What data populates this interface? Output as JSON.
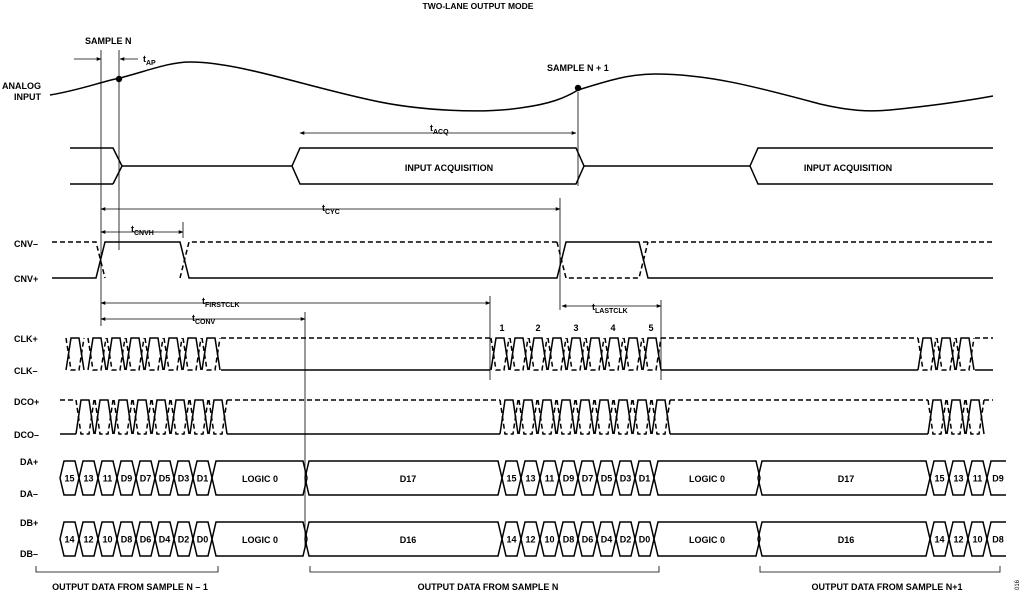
{
  "title": "TWO-LANE OUTPUT MODE",
  "signals": {
    "analog": [
      "ANALOG",
      "INPUT"
    ],
    "cnv_n": "CNV–",
    "cnv_p": "CNV+",
    "clk_p": "CLK+",
    "clk_n": "CLK–",
    "dco_p": "DCO+",
    "dco_n": "DCO–",
    "da_p": "DA+",
    "da_n": "DA–",
    "db_p": "DB+",
    "db_n": "DB–"
  },
  "samples": {
    "n": "SAMPLE N",
    "n1": "SAMPLE N + 1"
  },
  "timing": {
    "tap": {
      "main": "t",
      "sub": "AP"
    },
    "tacq": {
      "main": "t",
      "sub": "ACQ"
    },
    "tcyc": {
      "main": "t",
      "sub": "CYC"
    },
    "tcnvh": {
      "main": "t",
      "sub": "CNVH"
    },
    "tfirstclk": {
      "main": "t",
      "sub": "FIRSTCLK"
    },
    "tconv": {
      "main": "t",
      "sub": "CONV"
    },
    "tlastclk": {
      "main": "t",
      "sub": "LASTCLK"
    }
  },
  "acquisition_label": "INPUT ACQUISITION",
  "clk_numbers": [
    "1",
    "2",
    "3",
    "4",
    "5"
  ],
  "da_bits": {
    "left": [
      "15",
      "13",
      "11",
      "D9",
      "D7",
      "D5",
      "D3",
      "D1"
    ],
    "mid": [
      "15",
      "13",
      "11",
      "D9",
      "D7",
      "D5",
      "D3",
      "D1"
    ],
    "right": [
      "15",
      "13",
      "11",
      "D9"
    ],
    "logic0": "LOGIC 0",
    "msb": "D17"
  },
  "db_bits": {
    "left": [
      "14",
      "12",
      "10",
      "D8",
      "D6",
      "D4",
      "D2",
      "D0"
    ],
    "mid": [
      "14",
      "12",
      "10",
      "D8",
      "D6",
      "D4",
      "D2",
      "D0"
    ],
    "right": [
      "14",
      "12",
      "10",
      "D8"
    ],
    "logic0": "LOGIC 0",
    "msb": "D16"
  },
  "output_labels": {
    "prev": "OUTPUT DATA FROM SAMPLE N – 1",
    "cur": "OUTPUT DATA FROM SAMPLE N",
    "next": "OUTPUT DATA FROM SAMPLE N+1"
  },
  "figure_number": "016"
}
